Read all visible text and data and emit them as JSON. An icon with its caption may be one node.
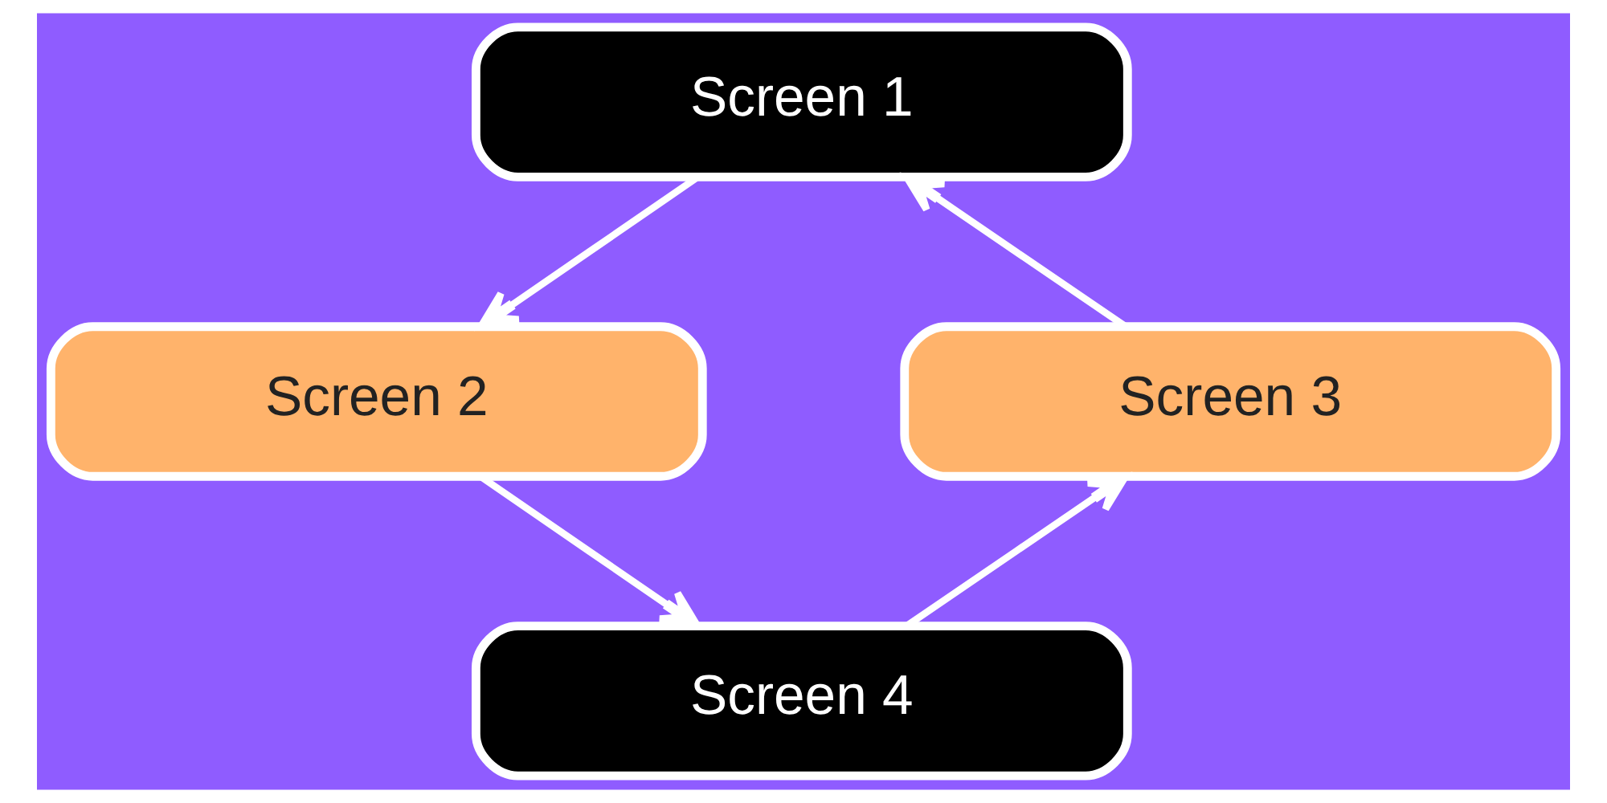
{
  "diagram": {
    "nodes": [
      {
        "text": [
          "Screen 1"
        ]
      },
      {
        "text": [
          "Screen 2"
        ]
      },
      {
        "text": [
          "Screen 3"
        ]
      },
      {
        "text": [
          "Screen 4"
        ]
      }
    ],
    "edges": [
      {
        "from": 0,
        "to": 1,
        "arrow": "to"
      },
      {
        "from": 1,
        "to": 3,
        "arrow": "to"
      },
      {
        "from": 3,
        "to": 2,
        "arrow": "to"
      },
      {
        "from": 2,
        "to": 0,
        "arrow": "to"
      }
    ]
  }
}
